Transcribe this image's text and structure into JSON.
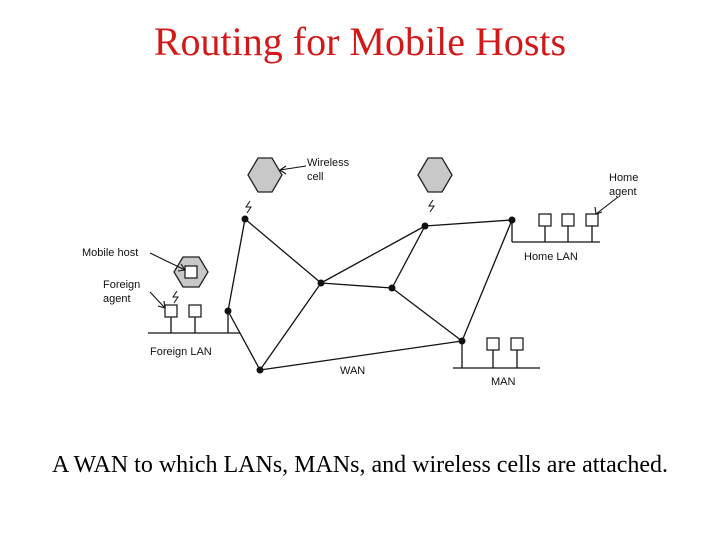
{
  "title": "Routing for Mobile Hosts",
  "caption": "A WAN to which LANs, MANs, and wireless cells are attached.",
  "diagram": {
    "labels": {
      "wireless_cell_line1": "Wireless",
      "wireless_cell_line2": "cell",
      "home_agent_line1": "Home",
      "home_agent_line2": "agent",
      "mobile_host": "Mobile host",
      "foreign_agent_line1": "Foreign",
      "foreign_agent_line2": "agent",
      "home_lan": "Home LAN",
      "foreign_lan": "Foreign LAN",
      "wan": "WAN",
      "man": "MAN"
    },
    "colors": {
      "title": "#d21818",
      "cell_fill": "#c8c8c8"
    }
  }
}
